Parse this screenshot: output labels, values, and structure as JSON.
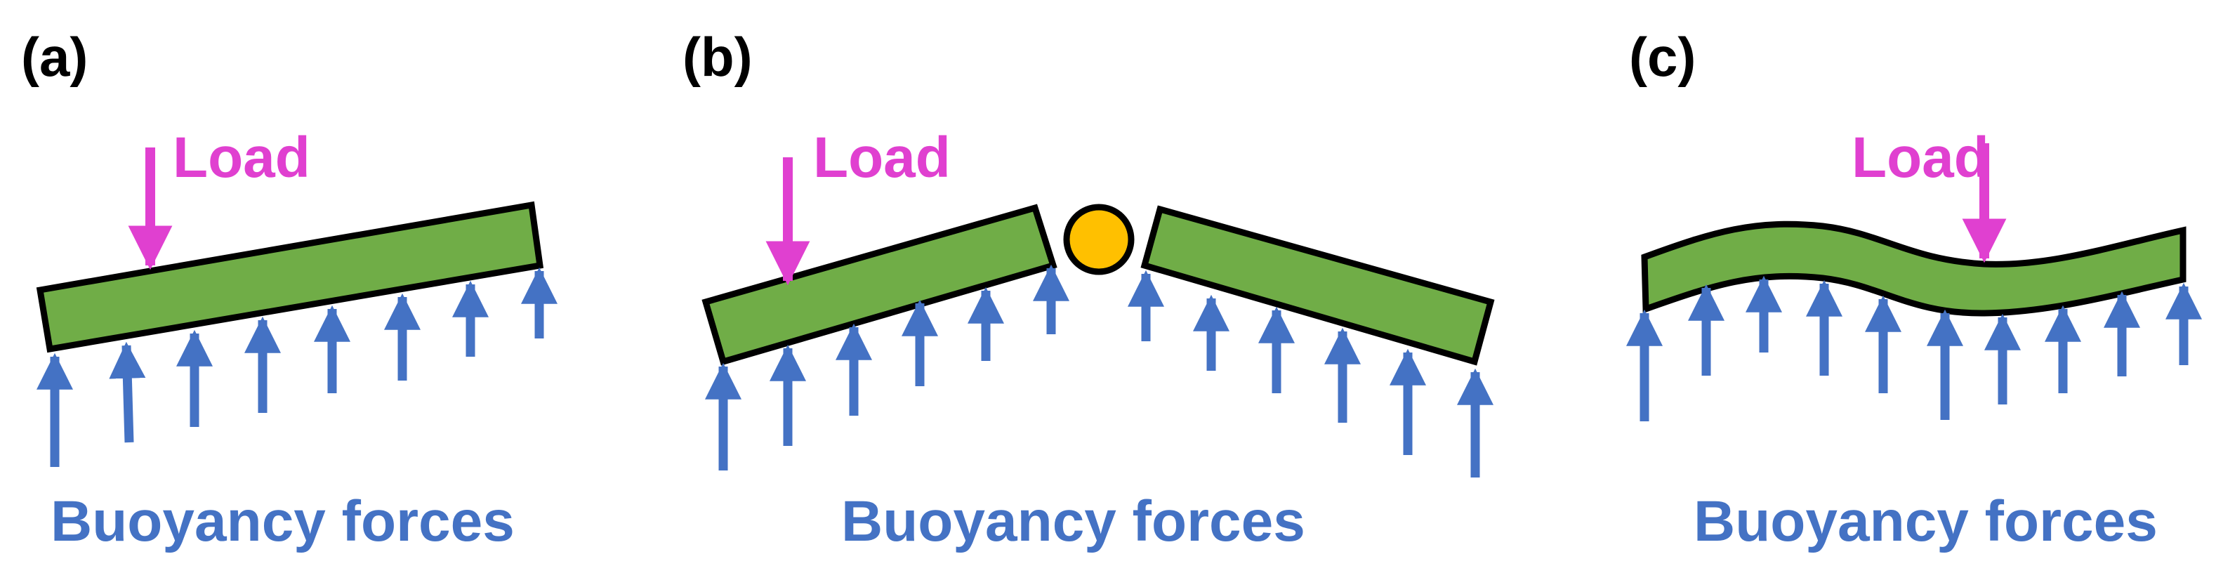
{
  "colors": {
    "beam_fill": "#70AD47",
    "beam_stroke": "#000000",
    "load": "#E040D0",
    "buoyancy": "#4472C4",
    "hinge_fill": "#FFC000"
  },
  "panels": [
    {
      "label": "(a)",
      "load_label": "Load",
      "forces_label": "Buoyancy forces"
    },
    {
      "label": "(b)",
      "load_label": "Load",
      "forces_label": "Buoyancy forces"
    },
    {
      "label": "(c)",
      "load_label": "Load",
      "forces_label": "Buoyancy forces"
    }
  ]
}
